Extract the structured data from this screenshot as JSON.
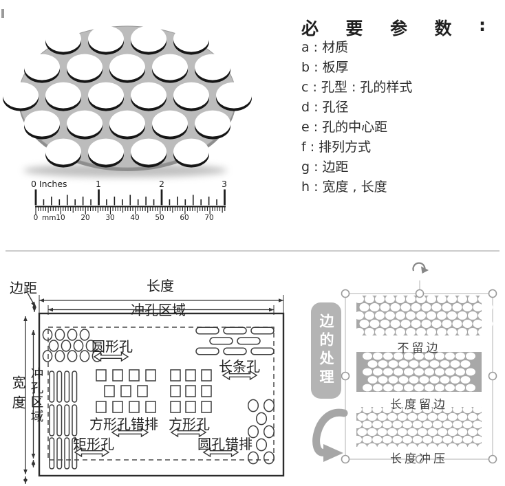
{
  "params": {
    "title_parts": [
      "必",
      "要",
      "参",
      "数",
      ":"
    ],
    "items": [
      "a : 材质",
      "b : 板厚",
      "c : 孔型 : 孔的样式",
      "d : 孔径",
      "e : 孔的中心距",
      "f : 排列方式",
      "g : 边距",
      "h : 宽度 , 长度"
    ]
  },
  "ruler": {
    "inch_labels": [
      "0 Inches",
      "1",
      "2",
      "3"
    ],
    "mm_labels": [
      "0",
      "mm",
      "10",
      "20",
      "30",
      "40",
      "50",
      "60",
      "70"
    ]
  },
  "left_diagram": {
    "margin": "边距",
    "length": "长度",
    "punch_area": "冲孔区域",
    "width": "宽度",
    "punch_area_vertical": "冲孔区域",
    "holes": {
      "round": "圆形孔",
      "slot": "长条孔",
      "square_staggered": "方形孔错排",
      "square": "方形孔",
      "rect": "矩形孔",
      "round_staggered": "圆孔错排"
    }
  },
  "right_diagram": {
    "edge_treatment": "边的处理",
    "strips": [
      "不留边",
      "长度留边",
      "长度冲压"
    ]
  },
  "colors": {
    "strip_gray": "#a8a8a8",
    "edge_box_gray": "#b4b4b4",
    "disc_gray": "#bcbcbc",
    "divider": "#cbcbcb",
    "line_dark": "#333333"
  }
}
